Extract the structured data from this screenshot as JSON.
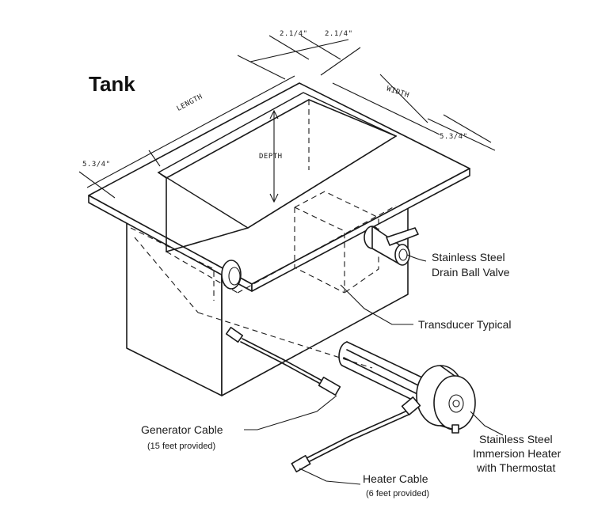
{
  "title": "Tank",
  "dimensions": {
    "top_left": "2.1/4\"",
    "top_right": "2.1/4\"",
    "length": "LENGTH",
    "width": "WIDTH",
    "depth": "DEPTH",
    "flange_left": "5.3/4\"",
    "flange_right": "5.3/4\""
  },
  "callouts": {
    "drain_valve_line1": "Stainless Steel",
    "drain_valve_line2": "Drain Ball Valve",
    "transducer": "Transducer Typical",
    "generator_cable": "Generator Cable",
    "generator_cable_note": "(15 feet provided)",
    "heater_line1": "Stainless Steel",
    "heater_line2": "Immersion Heater",
    "heater_line3": "with Thermostat",
    "heater_cable": "Heater Cable",
    "heater_cable_note": "(6 feet provided)"
  }
}
